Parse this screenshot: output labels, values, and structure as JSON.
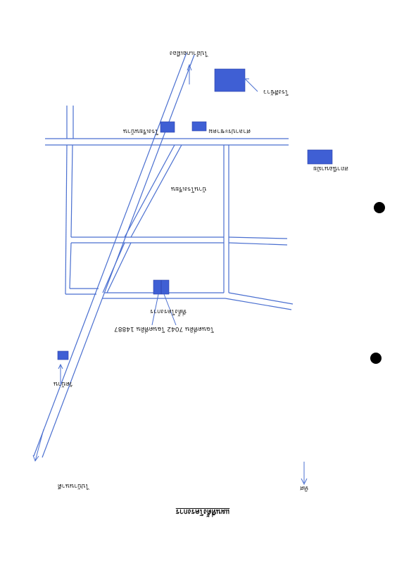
{
  "title": "แผนที่ตั้งโครงการ",
  "labels": {
    "road_north": "ไปอำเภอเมือง",
    "rice_mill": "โรงสีข้าว",
    "school_a": "โรงเรียนบ้าน",
    "school_b": "ศาลาประชาคม",
    "office": "สถานีอนามัย",
    "village_school": "บ้านโรงเรียน",
    "project_line1": "ที่ตั้งโครงการ",
    "project_line2": "โฉนดที่ดิน 7042 โฉนดที่ดิน 14887",
    "road_south": "ไปบ้านนาดี",
    "temple": "วัดบ้าน",
    "north": "ทิศ"
  },
  "colors": {
    "road": "#4a6fd0",
    "building": "#3f5fd4",
    "text": "#1a1a1a"
  }
}
